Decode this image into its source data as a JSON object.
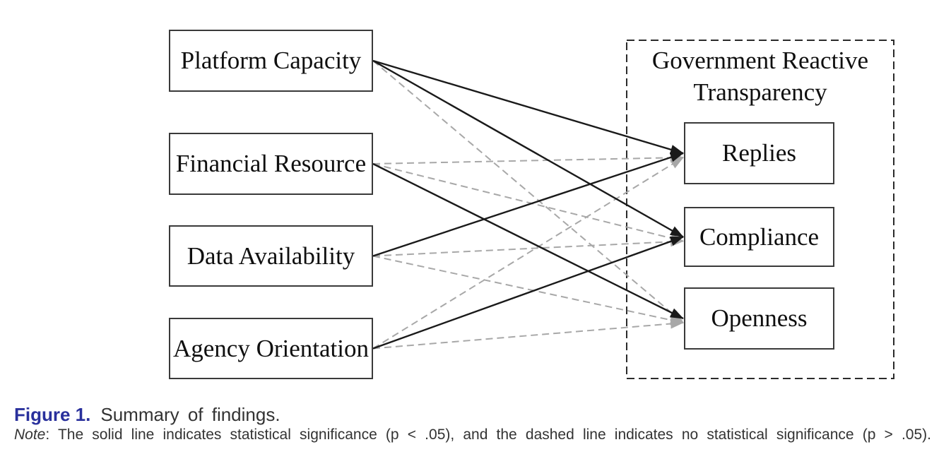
{
  "diagram": {
    "predictors": [
      {
        "id": "platform-capacity",
        "label": "Platform Capacity"
      },
      {
        "id": "financial-resource",
        "label": "Financial Resource"
      },
      {
        "id": "data-availability",
        "label": "Data Availability"
      },
      {
        "id": "agency-orientation",
        "label": "Agency Orientation"
      }
    ],
    "outcome_group": {
      "title": "Government Reactive Transparency",
      "outcomes": [
        {
          "id": "replies",
          "label": "Replies"
        },
        {
          "id": "compliance",
          "label": "Compliance"
        },
        {
          "id": "openness",
          "label": "Openness"
        }
      ]
    },
    "edges": [
      {
        "from": "platform-capacity",
        "to": "replies",
        "significant": true
      },
      {
        "from": "platform-capacity",
        "to": "compliance",
        "significant": true
      },
      {
        "from": "platform-capacity",
        "to": "openness",
        "significant": false
      },
      {
        "from": "financial-resource",
        "to": "replies",
        "significant": false
      },
      {
        "from": "financial-resource",
        "to": "compliance",
        "significant": false
      },
      {
        "from": "financial-resource",
        "to": "openness",
        "significant": true
      },
      {
        "from": "data-availability",
        "to": "replies",
        "significant": true
      },
      {
        "from": "data-availability",
        "to": "compliance",
        "significant": false
      },
      {
        "from": "data-availability",
        "to": "openness",
        "significant": false
      },
      {
        "from": "agency-orientation",
        "to": "replies",
        "significant": false
      },
      {
        "from": "agency-orientation",
        "to": "compliance",
        "significant": true
      },
      {
        "from": "agency-orientation",
        "to": "openness",
        "significant": false
      }
    ]
  },
  "caption": {
    "label": "Figure 1.",
    "text": "Summary of findings.",
    "note_label": "Note",
    "note_text": ": The solid line indicates statistical significance (p < .05), and the dashed line indicates no statistical significance (p > .05)."
  },
  "colors": {
    "accent_blue": "#29309c",
    "solid_line": "#1a1a1a",
    "dashed_line": "#a8a8a8"
  }
}
